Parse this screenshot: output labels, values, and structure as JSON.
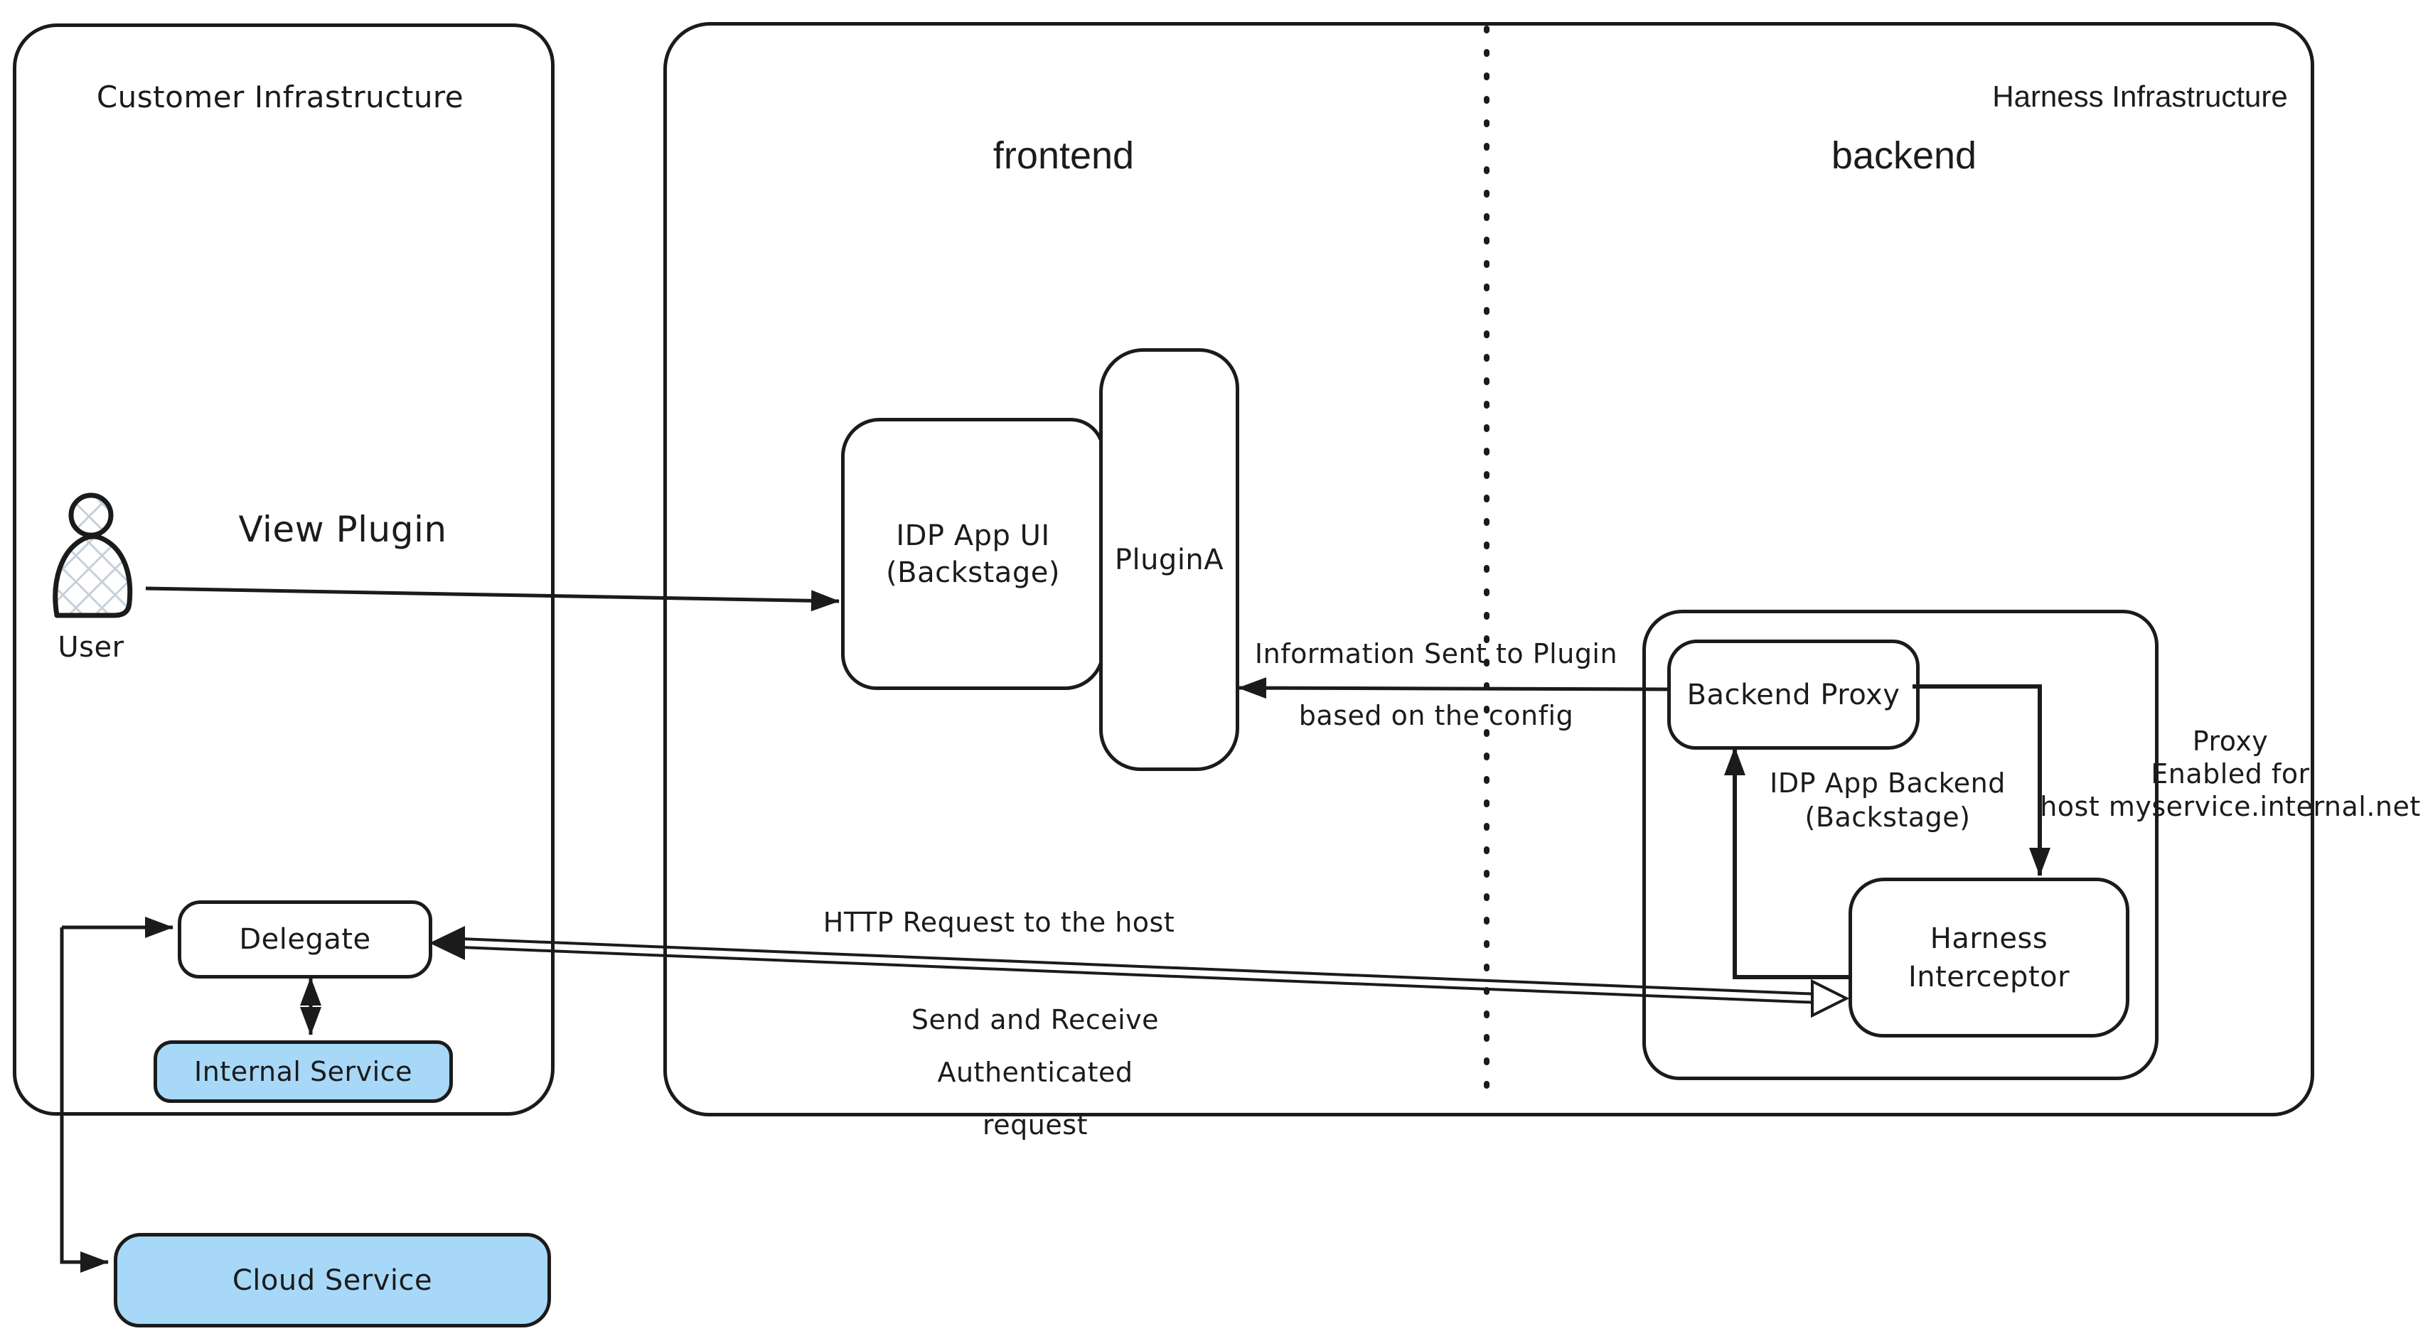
{
  "regions": {
    "customer": {
      "label": "Customer Infrastructure"
    },
    "harness": {
      "label": "Harness Infrastructure"
    },
    "frontend_label": "frontend",
    "backend_label": "backend"
  },
  "nodes": {
    "user": {
      "label": "User"
    },
    "idp_app_ui": {
      "line1": "IDP App UI",
      "line2": "(Backstage)"
    },
    "plugin_a": {
      "label": "PluginA"
    },
    "idp_app_backend": {
      "line1": "IDP App Backend",
      "line2": "(Backstage)"
    },
    "backend_proxy": {
      "label": "Backend Proxy"
    },
    "harness_interceptor": {
      "line1": "Harness",
      "line2": "Interceptor"
    },
    "delegate": {
      "label": "Delegate"
    },
    "internal_service": {
      "label": "Internal Service"
    },
    "cloud_service": {
      "label": "Cloud Service"
    }
  },
  "annotations": {
    "view_plugin": "View Plugin",
    "info_sent": {
      "line1": "Information Sent to Plugin",
      "line2": "based on the config"
    },
    "http_request": "HTTP Request to the host",
    "auth_request": {
      "line1": "Send and Receive Authenticated",
      "line2": "request"
    },
    "proxy_note": {
      "line1": "Proxy",
      "line2": "Enabled for",
      "line3": "host myservice.internal.net"
    }
  },
  "colors": {
    "ink": "#1b1b1b",
    "service_fill": "#a8d8f8",
    "hatch": "#c6d0da",
    "background": "#ffffff"
  }
}
